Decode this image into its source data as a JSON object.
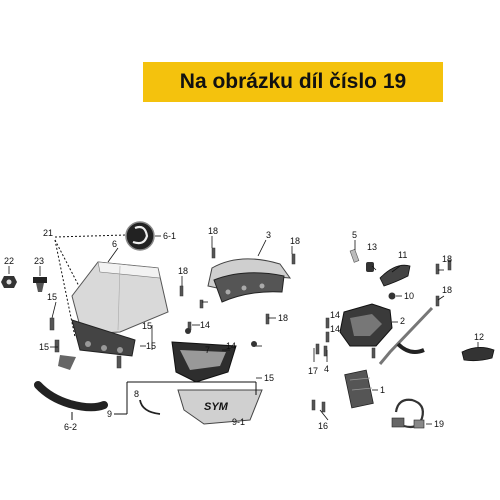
{
  "banner": {
    "text": "Na obrázku díl číslo 19",
    "color": "#f4c20d"
  },
  "callouts": {
    "c21": "21",
    "c6": "6",
    "c6_1": "6-1",
    "c22": "22",
    "c23": "23",
    "c15a": "15",
    "c15b": "15",
    "c15c": "15",
    "c15d": "15",
    "c6_2": "6-2",
    "c18a": "18",
    "c18b": "18",
    "c18c": "18",
    "c18d": "18",
    "c18e": "18",
    "c18f": "18",
    "c3": "3",
    "c14a": "14",
    "c14b": "14",
    "c14c": "14",
    "c14d": "14",
    "c7": "7",
    "c8": "8",
    "c9": "9",
    "c9_1": "9-1",
    "c5": "5",
    "c13": "13",
    "c11": "11",
    "c10": "10",
    "c2": "2",
    "c17": "17",
    "c4": "4",
    "c1": "1",
    "c16": "16",
    "c12": "12",
    "c19": "19"
  },
  "logo_text": "SYM"
}
